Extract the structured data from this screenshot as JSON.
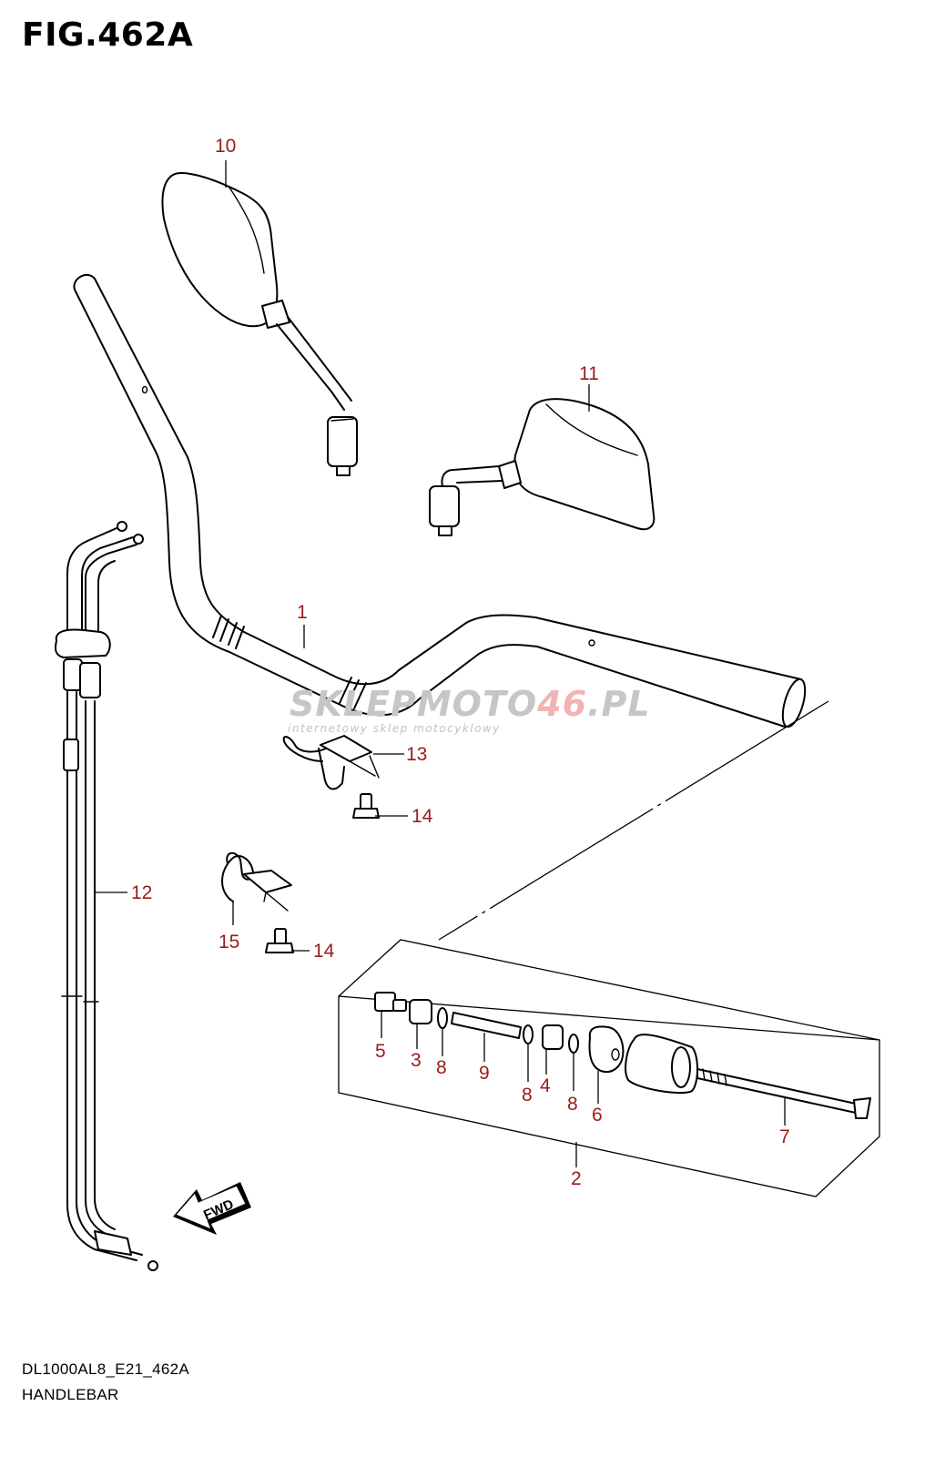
{
  "title": "FIG.462A",
  "footer": {
    "model_code": "DL1000AL8_E21_462A",
    "section": "HANDLEBAR"
  },
  "watermark": {
    "brand_part1": "SKLEPMOTO",
    "brand_accent": "46",
    "brand_part2": ".PL",
    "tagline": "internetowy sklep motocyklowy"
  },
  "fwd_label": "FWD",
  "callouts": {
    "handlebar": "1",
    "balancer_assembly": "2",
    "part_3": "3",
    "part_4": "4",
    "part_5": "5",
    "part_6": "6",
    "part_7": "7",
    "part_8_a": "8",
    "part_8_b": "8",
    "part_8_c": "8",
    "part_9": "9",
    "mirror_right": "10",
    "mirror_left": "11",
    "throttle_cable": "12",
    "clamp_13": "13",
    "bolt_14_a": "14",
    "bolt_14_b": "14",
    "clamp_15": "15"
  },
  "colors": {
    "callout": "#9a1b1b",
    "line": "#000000",
    "watermark_grey": "#c6c6c6",
    "watermark_red": "#f1b3b3"
  }
}
